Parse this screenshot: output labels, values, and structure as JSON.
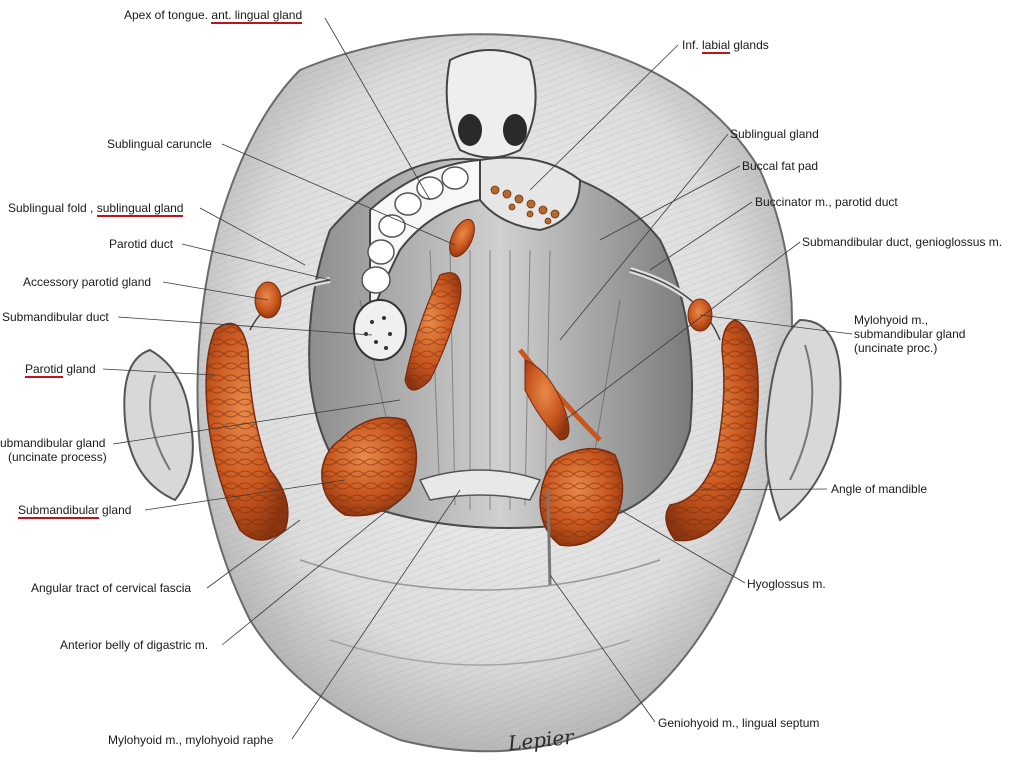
{
  "labels_left": {
    "apex": {
      "a": "Apex of tongue. ",
      "b": "ant. lingual gland"
    },
    "sublingual_caruncle": "Sublingual caruncle",
    "sublingual_fold": {
      "a": "Sublingual fold , ",
      "b": "sublingual gland"
    },
    "parotid_duct": "Parotid duct",
    "accessory_parotid": "Accessory parotid gland",
    "submandibular_duct": "Submandibular duct",
    "parotid_gland": {
      "a": "Parotid",
      "b": " gland"
    },
    "submand_uncinate_1": "ubmandibular gland",
    "submand_uncinate_2": "(uncinate process)",
    "submandibular_gland": {
      "a": "Submandibular",
      "b": " gland"
    },
    "angular_tract": "Angular tract of cervical fascia",
    "anterior_belly": "Anterior belly of digastric m.",
    "mylohyoid_raphe": "Mylohyoid m., mylohyoid raphe"
  },
  "labels_right": {
    "inf_labial": {
      "a": "Inf. ",
      "b": "labial",
      "c": " glands"
    },
    "sublingual_gland": "Sublingual gland",
    "buccal_fat": "Buccal fat pad",
    "buccinator": "Buccinator m., parotid duct",
    "submand_duct_genio": "Submandibular duct, genioglossus m.",
    "mylohyoid_1": "Mylohyoid m.,",
    "mylohyoid_2": "submandibular gland",
    "mylohyoid_3": "(uncinate proc.)",
    "angle_mandible": "Angle of mandible",
    "hyoglossus": "Hyoglossus m.",
    "geniohyoid": "Geniohyoid m., lingual septum"
  },
  "signature": "Lepier",
  "colors": {
    "gland": "#c8561e",
    "gland_dark": "#8a3410",
    "underline": "#c0141c",
    "line": "#3a3a3a"
  }
}
